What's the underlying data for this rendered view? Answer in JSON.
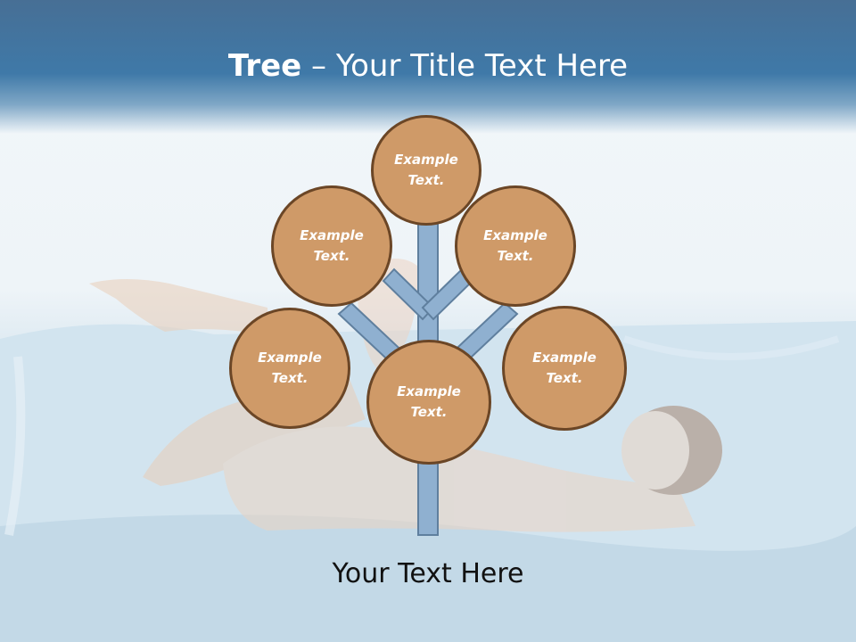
{
  "slide": {
    "title_bold": "Tree",
    "title_rest": " – Your Title Text Here",
    "footer": "Your Text Here"
  },
  "tree": {
    "nodes": [
      {
        "id": "top",
        "label": "Example Text."
      },
      {
        "id": "upper-left",
        "label": "Example Text."
      },
      {
        "id": "upper-right",
        "label": "Example Text."
      },
      {
        "id": "lower-left",
        "label": "Example Text."
      },
      {
        "id": "center",
        "label": "Example Text."
      },
      {
        "id": "lower-right",
        "label": "Example Text."
      }
    ]
  },
  "colors": {
    "header": "#3f79a8",
    "node_fill": "#cf9a68",
    "node_border": "#6b4626",
    "branch": "#8fb0d0"
  }
}
